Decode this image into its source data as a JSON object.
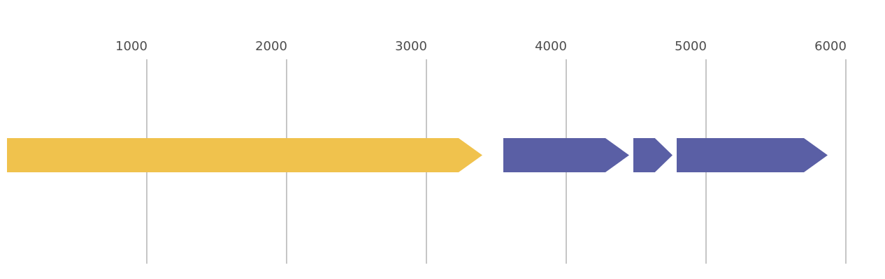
{
  "figure": {
    "background": "#ffffff"
  },
  "axis": {
    "tick_labels": [
      "1000",
      "2000",
      "3000",
      "4000",
      "5000",
      "6000"
    ],
    "tick_values": [
      1000,
      2000,
      3000,
      4000,
      5000,
      6000
    ],
    "range": [
      0,
      6250
    ],
    "gridlines": true,
    "gridline_color": "#8c8c8c",
    "label_color": "#4d4d4d"
  },
  "chart_data": {
    "type": "gene-arrow-map",
    "orientation": "horizontal",
    "features": [
      {
        "id": "feature-1",
        "start": 0,
        "end": 3400,
        "strand": 1,
        "color": "#f0c24d"
      },
      {
        "id": "feature-2",
        "start": 3550,
        "end": 4450,
        "strand": 1,
        "color": "#5a5fa5"
      },
      {
        "id": "feature-3",
        "start": 4480,
        "end": 4760,
        "strand": 1,
        "color": "#5a5fa5"
      },
      {
        "id": "feature-4",
        "start": 4790,
        "end": 5870,
        "strand": 1,
        "color": "#5a5fa5"
      }
    ]
  }
}
